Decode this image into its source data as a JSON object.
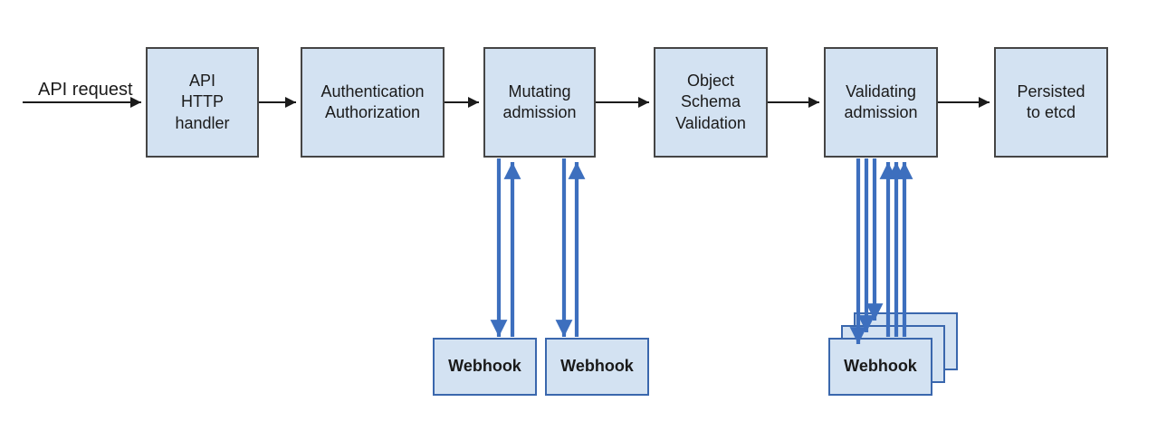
{
  "labels": {
    "api_request": "API request"
  },
  "flow_boxes": [
    {
      "label": "API\nHTTP\nhandler"
    },
    {
      "label": "Authentication\nAuthorization"
    },
    {
      "label": "Mutating\nadmission"
    },
    {
      "label": "Object\nSchema\nValidation"
    },
    {
      "label": "Validating\nadmission"
    },
    {
      "label": "Persisted\nto etcd"
    }
  ],
  "webhooks": {
    "mutating": [
      {
        "label": "Webhook"
      },
      {
        "label": "Webhook"
      }
    ],
    "validating": {
      "front_label": "Webhook",
      "stack_count": 3
    }
  },
  "colors": {
    "background": "#ffffff",
    "box_fill": "#d3e2f2",
    "flow_box_border": "#454545",
    "webhook_box_border": "#3a67ad",
    "flow_arrow": "#1b1b1b",
    "webhook_arrow": "#3d6fbe",
    "text": "#1a1a1a"
  }
}
